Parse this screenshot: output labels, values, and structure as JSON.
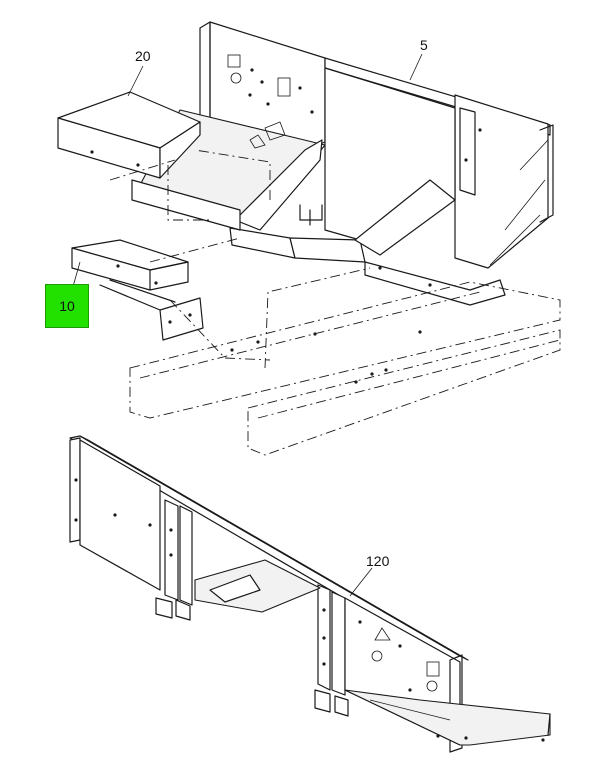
{
  "callouts": {
    "c20": "20",
    "c5": "5",
    "c10": "10",
    "c120": "120"
  },
  "highlight": {
    "color": "#22e000",
    "callout": "10"
  }
}
